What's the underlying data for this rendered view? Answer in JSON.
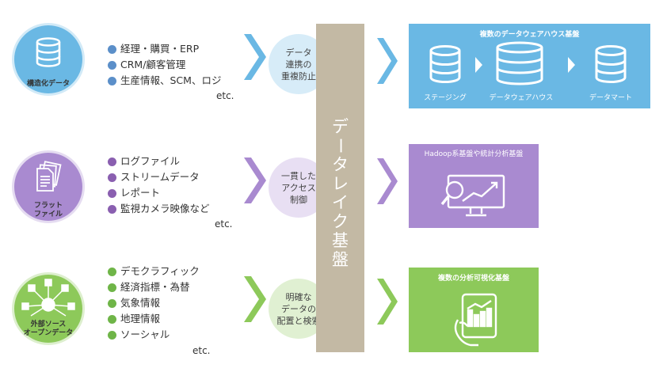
{
  "sources": [
    {
      "label": "構造化データ",
      "items": [
        "経理・購買・ERP",
        "CRM/顧客管理",
        "生産情報、SCM、ロジ"
      ],
      "etc": "etc.",
      "policy": [
        "データ",
        "連携の",
        "重複防止"
      ]
    },
    {
      "label_lines": [
        "フラット",
        "ファイル"
      ],
      "items": [
        "ログファイル",
        "ストリームデータ",
        "レポート",
        "監視カメラ映像など"
      ],
      "etc": "etc.",
      "policy": [
        "一貫した",
        "アクセス",
        "制御"
      ]
    },
    {
      "label_lines": [
        "外部ソース",
        "オープンデータ"
      ],
      "items": [
        "デモクラフィック",
        "経済指標・為替",
        "気象情報",
        "地理情報",
        "ソーシャル"
      ],
      "etc": "etc.",
      "policy": [
        "明確な",
        "データの",
        "配置と検索"
      ]
    }
  ],
  "data_lake": [
    "デ",
    "ー",
    "タ",
    "レ",
    "イ",
    "ク",
    "基",
    "盤"
  ],
  "panels": {
    "warehouse": {
      "title": "複数のデータウェアハウス基盤",
      "captions": [
        "ステージング",
        "データウェアハウス",
        "データマート"
      ]
    },
    "hadoop": {
      "title": "Hadoop系基盤や統計分析基盤"
    },
    "visual": {
      "title": "複数の分析可視化基盤"
    }
  },
  "colors": {
    "blue": "#6ab8e4",
    "blue_light": "#d7ecf8",
    "purple": "#a98ad0",
    "purple_light": "#e8dff3",
    "green": "#8dc95a",
    "green_light": "#e0f0d2",
    "lake": "#c3b9a4"
  },
  "icons": [
    "database-icon",
    "document-icon",
    "network-icon",
    "chevron-right-icon",
    "magnifier-chart-icon",
    "tablet-chart-icon"
  ]
}
